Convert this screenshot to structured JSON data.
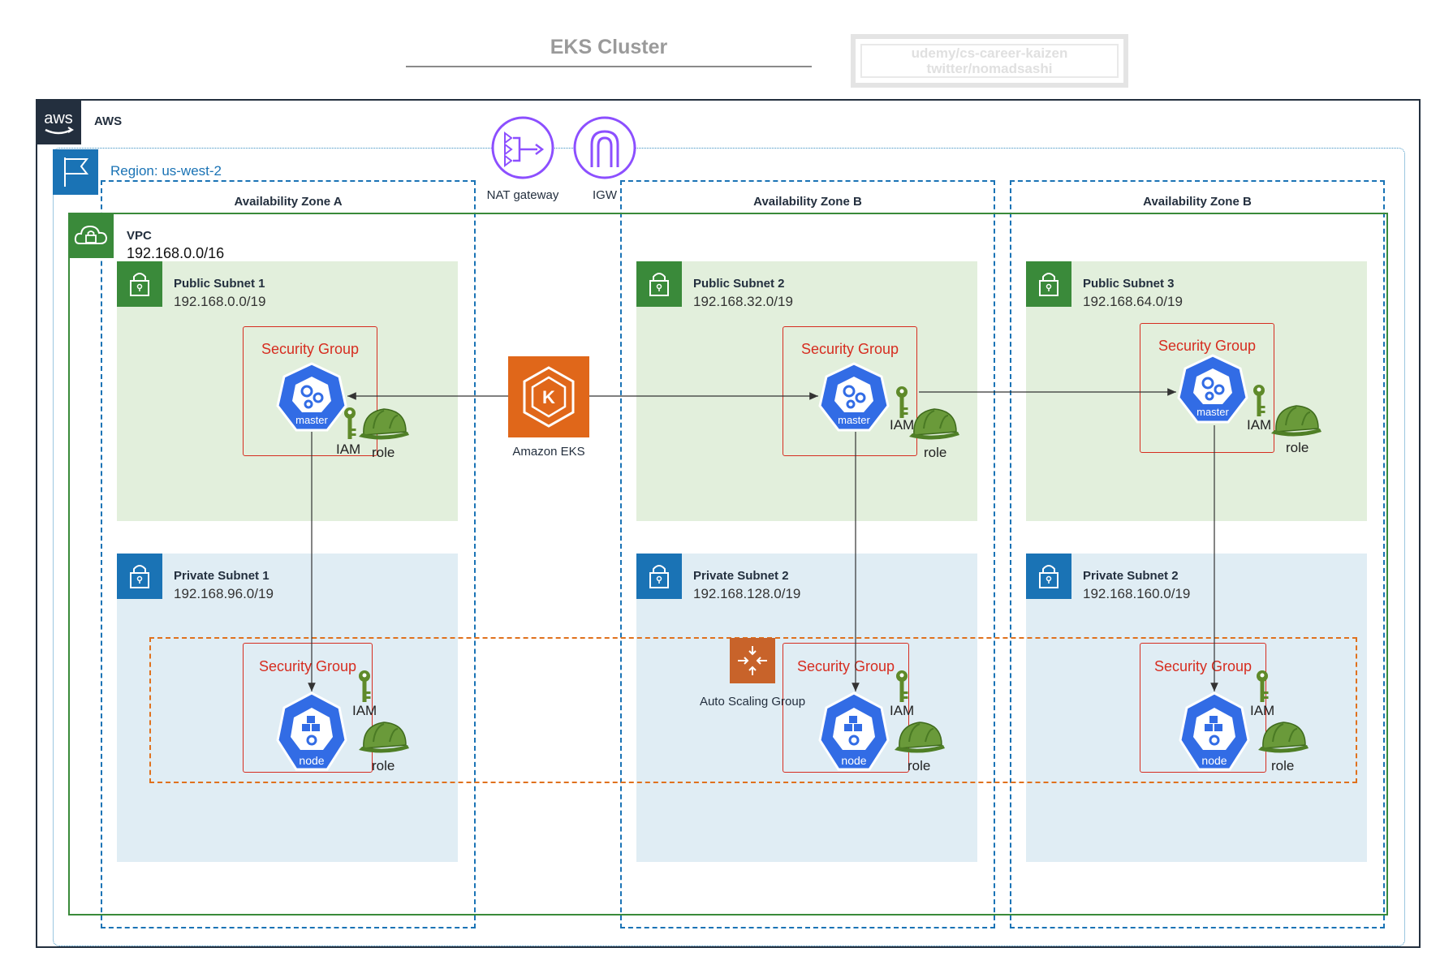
{
  "header": {
    "title": "EKS Cluster",
    "credit_line1": "udemy/cs-career-kaizen",
    "credit_line2": "twitter/nomadsashi"
  },
  "aws": {
    "label": "AWS",
    "logo_text": "aws"
  },
  "region": {
    "label": "Region: us-west-2"
  },
  "gateways": {
    "nat": "NAT gateway",
    "igw": "IGW"
  },
  "availability_zones": [
    {
      "label": "Availability Zone A"
    },
    {
      "label": "Availability Zone B"
    },
    {
      "label": "Availability Zone B"
    }
  ],
  "vpc": {
    "label": "VPC",
    "cidr": "192.168.0.0/16"
  },
  "public_subnets": [
    {
      "name": "Public Subnet 1",
      "cidr": "192.168.0.0/19"
    },
    {
      "name": "Public Subnet 2",
      "cidr": "192.168.32.0/19"
    },
    {
      "name": "Public Subnet 3",
      "cidr": "192.168.64.0/19"
    }
  ],
  "private_subnets": [
    {
      "name": "Private Subnet 1",
      "cidr": "192.168.96.0/19"
    },
    {
      "name": "Private Subnet 2",
      "cidr": "192.168.128.0/19"
    },
    {
      "name": "Private Subnet 2",
      "cidr": "192.168.160.0/19"
    }
  ],
  "eks": {
    "label": "Amazon EKS",
    "glyph": "K"
  },
  "asg": {
    "label": "Auto Scaling Group"
  },
  "security_group_label": "Security Group",
  "master_label": "master",
  "node_label": "node",
  "iam_label": "IAM",
  "role_label": "role",
  "colors": {
    "aws_dark": "#232f3e",
    "region_blue": "#1a73b5",
    "vpc_green": "#3a8a3a",
    "security_red": "#d62d20",
    "eks_orange": "#e0671a",
    "asg_orange": "#c8632a",
    "k8s_blue": "#326ce5",
    "gateway_purple": "#8c4fff"
  },
  "icons": [
    "aws-logo",
    "flag-icon",
    "cloud-lock-icon",
    "lock-icon",
    "nat-gateway-icon",
    "igw-icon",
    "eks-icon",
    "k8s-master-icon",
    "k8s-node-icon",
    "iam-key-icon",
    "role-helmet-icon",
    "auto-scaling-icon"
  ]
}
